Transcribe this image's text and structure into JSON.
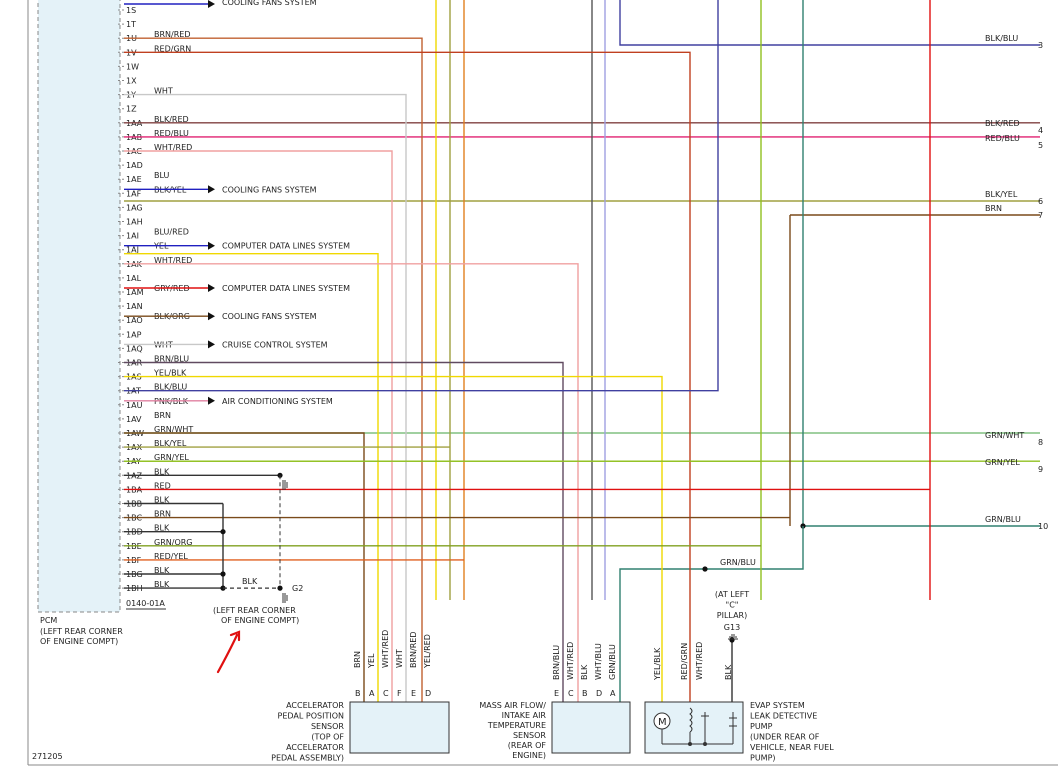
{
  "pcm": {
    "pins": [
      {
        "pin": "1S",
        "wire": ""
      },
      {
        "pin": "1T",
        "wire": ""
      },
      {
        "pin": "1U",
        "wire": "BRN/RED"
      },
      {
        "pin": "1V",
        "wire": "RED/GRN"
      },
      {
        "pin": "1W",
        "wire": ""
      },
      {
        "pin": "1X",
        "wire": ""
      },
      {
        "pin": "1Y",
        "wire": "WHT"
      },
      {
        "pin": "1Z",
        "wire": ""
      },
      {
        "pin": "1AA",
        "wire": "BLK/RED"
      },
      {
        "pin": "1AB",
        "wire": "RED/BLU"
      },
      {
        "pin": "1AC",
        "wire": "WHT/RED"
      },
      {
        "pin": "1AD",
        "wire": ""
      },
      {
        "pin": "1AE",
        "wire": "BLU"
      },
      {
        "pin": "1AF",
        "wire": "BLK/YEL"
      },
      {
        "pin": "1AG",
        "wire": ""
      },
      {
        "pin": "1AH",
        "wire": ""
      },
      {
        "pin": "1AI",
        "wire": "BLU/RED"
      },
      {
        "pin": "1AJ",
        "wire": "YEL"
      },
      {
        "pin": "1AK",
        "wire": "WHT/RED"
      },
      {
        "pin": "1AL",
        "wire": ""
      },
      {
        "pin": "1AM",
        "wire": "GRY/RED"
      },
      {
        "pin": "1AN",
        "wire": ""
      },
      {
        "pin": "1AO",
        "wire": "BLK/ORG"
      },
      {
        "pin": "1AP",
        "wire": ""
      },
      {
        "pin": "1AQ",
        "wire": "WHT"
      },
      {
        "pin": "1AR",
        "wire": "BRN/BLU"
      },
      {
        "pin": "1AS",
        "wire": "YEL/BLK"
      },
      {
        "pin": "1AT",
        "wire": "BLK/BLU"
      },
      {
        "pin": "1AU",
        "wire": "PNK/BLK"
      },
      {
        "pin": "1AV",
        "wire": "BRN"
      },
      {
        "pin": "1AW",
        "wire": "GRN/WHT"
      },
      {
        "pin": "1AX",
        "wire": "BLK/YEL"
      },
      {
        "pin": "1AY",
        "wire": "GRN/YEL"
      },
      {
        "pin": "1AZ",
        "wire": "BLK"
      },
      {
        "pin": "1BA",
        "wire": "RED"
      },
      {
        "pin": "1BB",
        "wire": "BLK"
      },
      {
        "pin": "1BC",
        "wire": "BRN"
      },
      {
        "pin": "1BD",
        "wire": "BLK"
      },
      {
        "pin": "1BE",
        "wire": "GRN/ORG"
      },
      {
        "pin": "1BF",
        "wire": "RED/YEL"
      },
      {
        "pin": "1BG",
        "wire": "BLK"
      },
      {
        "pin": "1BH",
        "wire": "BLK"
      }
    ],
    "code": "0140-01A",
    "name": "PCM",
    "location_1": "(LEFT REAR CORNER",
    "location_2": "OF ENGINE COMPT)"
  },
  "systems": {
    "cooling": "COOLING FANS SYSTEM",
    "computer": "COMPUTER DATA LINES SYSTEM",
    "cruise": "CRUISE CONTROL SYSTEM",
    "ac": "AIR CONDITIONING SYSTEM"
  },
  "right_labels": [
    {
      "wire": "BLK/BLU",
      "num": "3"
    },
    {
      "wire": "BLK/RED",
      "num": "4"
    },
    {
      "wire": "RED/BLU",
      "num": "5"
    },
    {
      "wire": "BLK/YEL",
      "num": "6"
    },
    {
      "wire": "BRN",
      "num": "7"
    },
    {
      "wire": "GRN/WHT",
      "num": "8"
    },
    {
      "wire": "GRN/YEL",
      "num": "9"
    },
    {
      "wire": "GRN/BLU",
      "num": "10"
    }
  ],
  "ground_g2": {
    "wire": "BLK",
    "id": "G2",
    "loc_1": "(LEFT REAR CORNER",
    "loc_2": "OF ENGINE COMPT)"
  },
  "app_sensor": {
    "wires": [
      "BRN",
      "YEL",
      "WHT/RED",
      "WHT",
      "BRN/RED",
      "YEL/RED"
    ],
    "pins": [
      "B",
      "A",
      "C",
      "F",
      "E",
      "D"
    ],
    "name": [
      "ACCELERATOR",
      "PEDAL POSITION",
      "SENSOR",
      "(TOP OF",
      "ACCELERATOR",
      "PEDAL ASSEMBLY)"
    ]
  },
  "maf_sensor": {
    "wires": [
      "BRN/BLU",
      "WHT/RED",
      "BLK",
      "WHT/BLU",
      "GRN/BLU"
    ],
    "pins": [
      "E",
      "C",
      "B",
      "D",
      "A"
    ],
    "name": [
      "MASS AIR FLOW/",
      "INTAKE AIR",
      "TEMPERATURE",
      "SENSOR",
      "(REAR OF",
      "ENGINE)"
    ]
  },
  "evap_pump": {
    "wires": [
      "YEL/BLK",
      "RED/GRN",
      "WHT/RED",
      "BLK"
    ],
    "splice_label": "GRN/BLU",
    "ground_loc": [
      "(AT LEFT",
      "\"C\"",
      "PILLAR)"
    ],
    "ground_id": "G13",
    "name": [
      "EVAP SYSTEM",
      "LEAK DETECTIVE",
      "PUMP",
      "(UNDER REAR OF",
      "VEHICLE, NEAR FUEL",
      "PUMP)"
    ]
  },
  "motor_letter": "M",
  "page_number": "271205",
  "colors": {
    "brn": "#7a4a1a",
    "red": "#e01010",
    "yel": "#f0d800",
    "blu": "#2020c0",
    "grn": "#3aa048",
    "wht": "#c8c8c8",
    "blk": "#333333",
    "pnk": "#e080a0",
    "brnred": "#c06030",
    "redgrn": "#c04020",
    "whtred": "#f0a0a0",
    "redblu": "#e02070",
    "blkred": "#804040",
    "blkyel": "#a0a040",
    "grnyel": "#90c020",
    "grnwht": "#80c080",
    "grnblu": "#308070",
    "brnblu": "#604a60",
    "whtblu": "#a0a0e0",
    "yelred": "#e08020",
    "grnorg": "#80a020",
    "redyel": "#e06020",
    "blkblu": "#4040a0"
  }
}
